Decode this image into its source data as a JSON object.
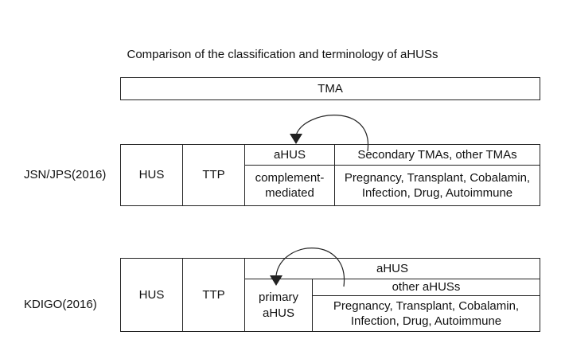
{
  "title": "Comparison of the classification and terminology of aHUSs",
  "tma": "TMA",
  "jsn": {
    "label": "JSN/JPS(2016)",
    "hus": "HUS",
    "ttp": "TTP",
    "ahus": "aHUS",
    "secondary": "Secondary TMAs, other TMAs",
    "complement_line1": "complement-",
    "complement_line2": "mediated",
    "causes_line1": "Pregnancy, Transplant, Cobalamin,",
    "causes_line2": "Infection, Drug, Autoimmune"
  },
  "kdigo": {
    "label": "KDIGO(2016)",
    "hus": "HUS",
    "ttp": "TTP",
    "ahus": "aHUS",
    "other": "other aHUSs",
    "primary_line1": "primary",
    "primary_line2": "aHUS",
    "causes_line1": "Pregnancy, Transplant, Cobalamin,",
    "causes_line2": "Infection, Drug, Autoimmune"
  },
  "colors": {
    "line": "#222222",
    "text": "#111111",
    "background": "#ffffff"
  }
}
